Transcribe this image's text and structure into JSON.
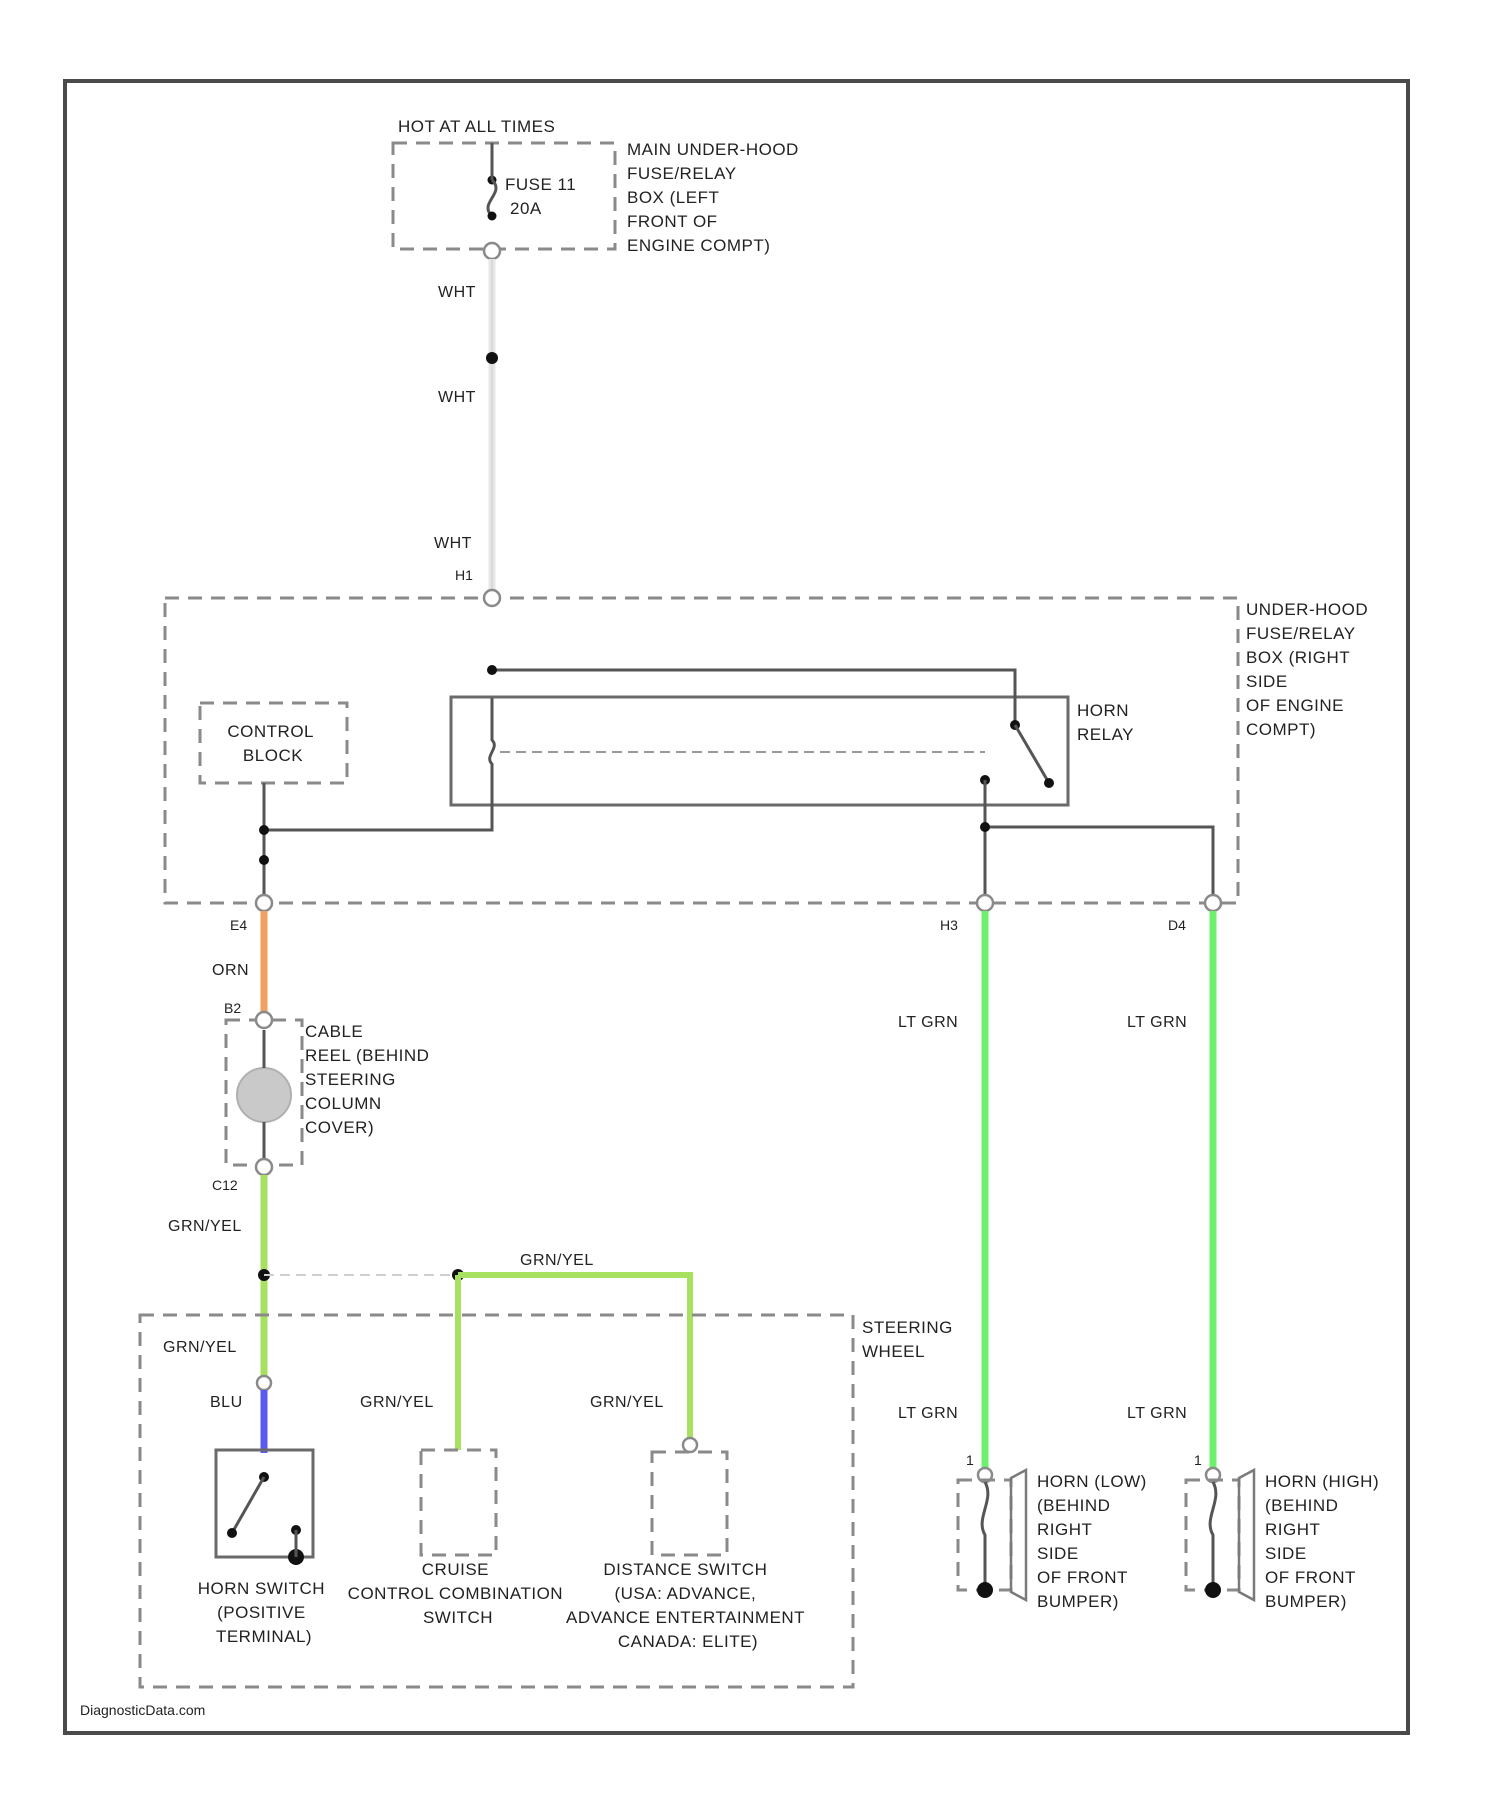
{
  "footer": {
    "source": "DiagnosticData.com"
  },
  "power": {
    "label": "HOT AT ALL TIMES",
    "fuse_name": "FUSE 11",
    "fuse_rating": "20A"
  },
  "components": {
    "main_fuse_box": [
      "MAIN UNDER-HOOD",
      "FUSE/RELAY",
      "BOX (LEFT",
      "FRONT OF",
      "ENGINE COMPT)"
    ],
    "relay_box": [
      "UNDER-HOOD",
      "FUSE/RELAY",
      "BOX (RIGHT",
      "SIDE",
      "OF ENGINE",
      "COMPT)"
    ],
    "control_block": [
      "CONTROL",
      "BLOCK"
    ],
    "horn_relay": [
      "HORN",
      "RELAY"
    ],
    "cable_reel": [
      "CABLE",
      "REEL (BEHIND",
      "STEERING",
      "COLUMN",
      "COVER)"
    ],
    "steering_wheel": [
      "STEERING",
      "WHEEL"
    ],
    "horn_switch": [
      "HORN SWITCH",
      "(POSITIVE",
      "TERMINAL)"
    ],
    "cruise_switch": [
      "CRUISE",
      "CONTROL COMBINATION",
      "SWITCH"
    ],
    "distance_switch": [
      "DISTANCE SWITCH",
      "(USA: ADVANCE,",
      "ADVANCE ENTERTAINMENT",
      "CANADA: ELITE)"
    ],
    "horn_low": [
      "HORN (LOW)",
      "(BEHIND",
      "RIGHT",
      "SIDE",
      "OF FRONT",
      "BUMPER)"
    ],
    "horn_high": [
      "HORN (HIGH)",
      "(BEHIND",
      "RIGHT",
      "SIDE",
      "OF FRONT",
      "BUMPER)"
    ]
  },
  "wires": {
    "wht_1": "WHT",
    "wht_2": "WHT",
    "wht_3": "WHT",
    "orn": "ORN",
    "grn_yel_1": "GRN/YEL",
    "grn_yel_2": "GRN/YEL",
    "grn_yel_3": "GRN/YEL",
    "grn_yel_4": "GRN/YEL",
    "grn_yel_5": "GRN/YEL",
    "blu": "BLU",
    "lt_grn_1": "LT GRN",
    "lt_grn_2": "LT GRN",
    "lt_grn_3": "LT GRN",
    "lt_grn_4": "LT GRN"
  },
  "pins": {
    "h1": "H1",
    "e4": "E4",
    "b2": "B2",
    "c12": "C12",
    "h3": "H3",
    "d4": "D4",
    "horn_low_pin": "1",
    "horn_high_pin": "1"
  },
  "colors": {
    "wht": "#e6e6e6",
    "orn": "#f0a060",
    "grn_yel": "#a8e060",
    "blu": "#5a5af0",
    "lt_grn": "#6ef06e"
  }
}
